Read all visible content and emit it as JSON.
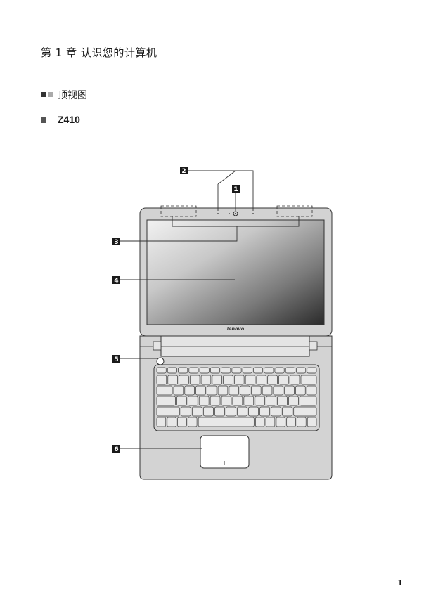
{
  "chapter": {
    "title": "第 1 章 认识您的计算机"
  },
  "section": {
    "title": "顶视图"
  },
  "model": {
    "name": "Z410"
  },
  "diagram": {
    "callouts": [
      "1",
      "2",
      "3",
      "4",
      "5",
      "6"
    ],
    "brand_logo": "lenovo"
  },
  "page": {
    "number": "1"
  },
  "colors": {
    "body": "#d3d3d3",
    "screen_dark": "#2a2a2a",
    "screen_light": "#f2f2f2"
  }
}
